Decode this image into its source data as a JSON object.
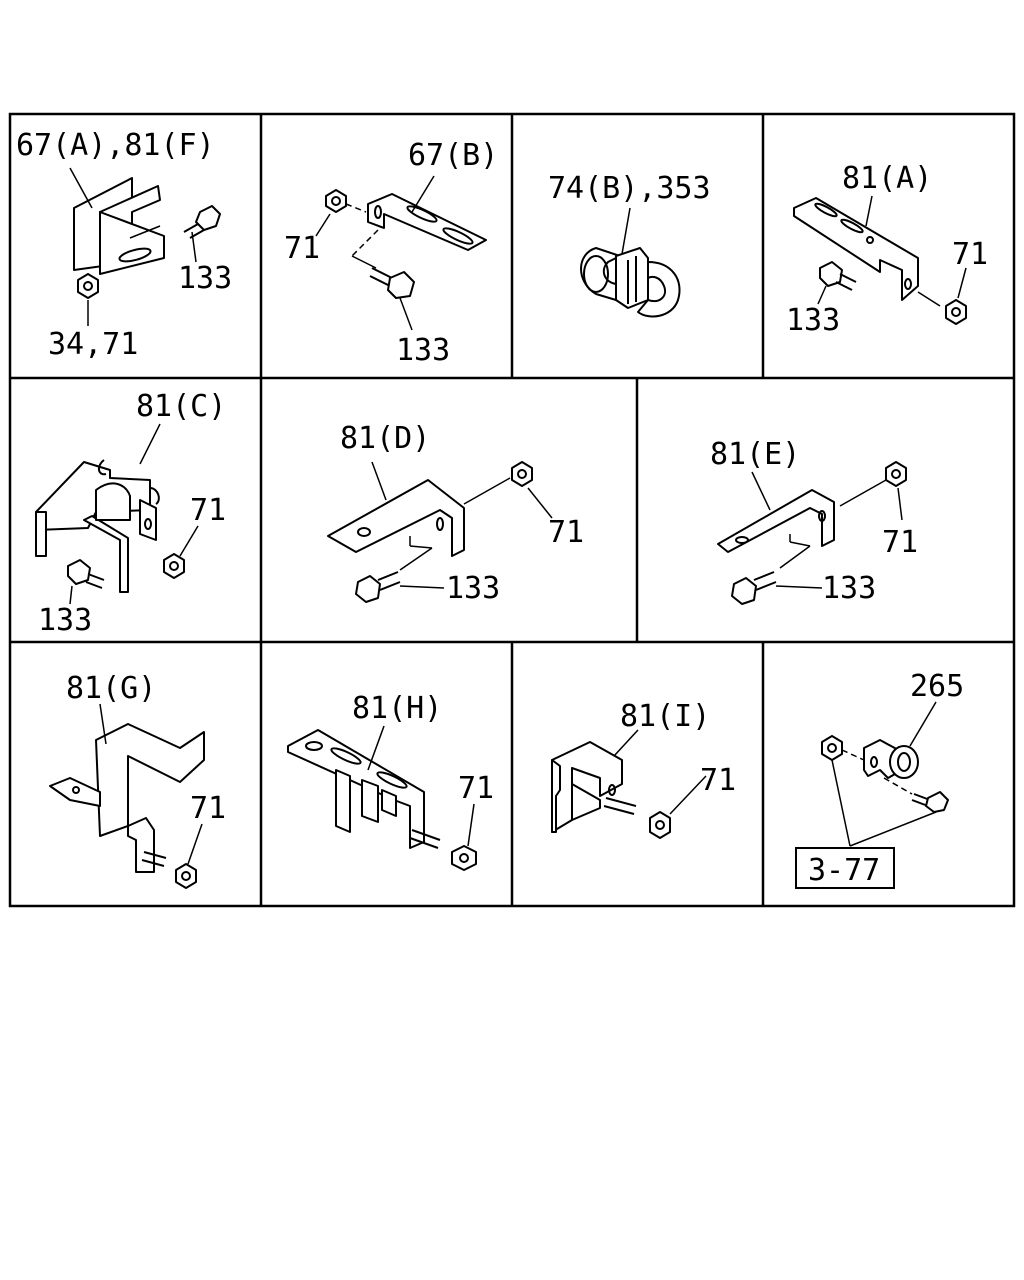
{
  "panels": [
    {
      "id": "p1",
      "labels": [
        "67(A),81(F)",
        "133",
        "34,71"
      ]
    },
    {
      "id": "p2",
      "labels": [
        "67(B)",
        "71",
        "133"
      ]
    },
    {
      "id": "p3",
      "labels": [
        "74(B),353"
      ]
    },
    {
      "id": "p4",
      "labels": [
        "81(A)",
        "71",
        "133"
      ]
    },
    {
      "id": "p5",
      "labels": [
        "81(C)",
        "71",
        "133"
      ]
    },
    {
      "id": "p6",
      "labels": [
        "81(D)",
        "71",
        "133"
      ]
    },
    {
      "id": "p7",
      "labels": [
        "81(E)",
        "71",
        "133"
      ]
    },
    {
      "id": "p8",
      "labels": [
        "81(G)",
        "71"
      ]
    },
    {
      "id": "p9",
      "labels": [
        "81(H)",
        "71"
      ]
    },
    {
      "id": "p10",
      "labels": [
        "81(I)",
        "71"
      ]
    },
    {
      "id": "p11",
      "labels": [
        "265",
        "3-77"
      ]
    }
  ]
}
